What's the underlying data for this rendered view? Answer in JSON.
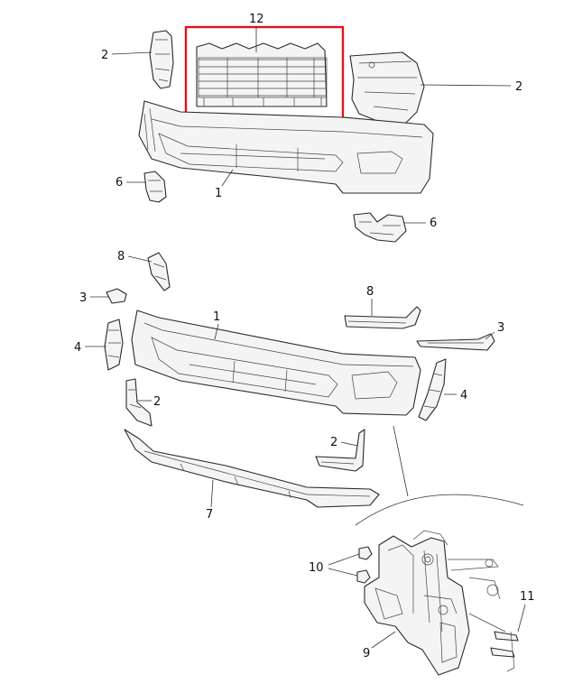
{
  "highlight_color": "#e0131a",
  "callouts": {
    "c12": "12",
    "c2_top_left": "2",
    "c2_top_right": "2",
    "c6_left": "6",
    "c1_top": "1",
    "c6_right": "6",
    "c8_left": "8",
    "c3_left": "3",
    "c8_right": "8",
    "c1_bottom": "1",
    "c3_right": "3",
    "c4_left": "4",
    "c4_right": "4",
    "c2_mid_left": "2",
    "c2_mid_right": "2",
    "c7": "7",
    "c10": "10",
    "c11": "11",
    "c9": "9"
  }
}
